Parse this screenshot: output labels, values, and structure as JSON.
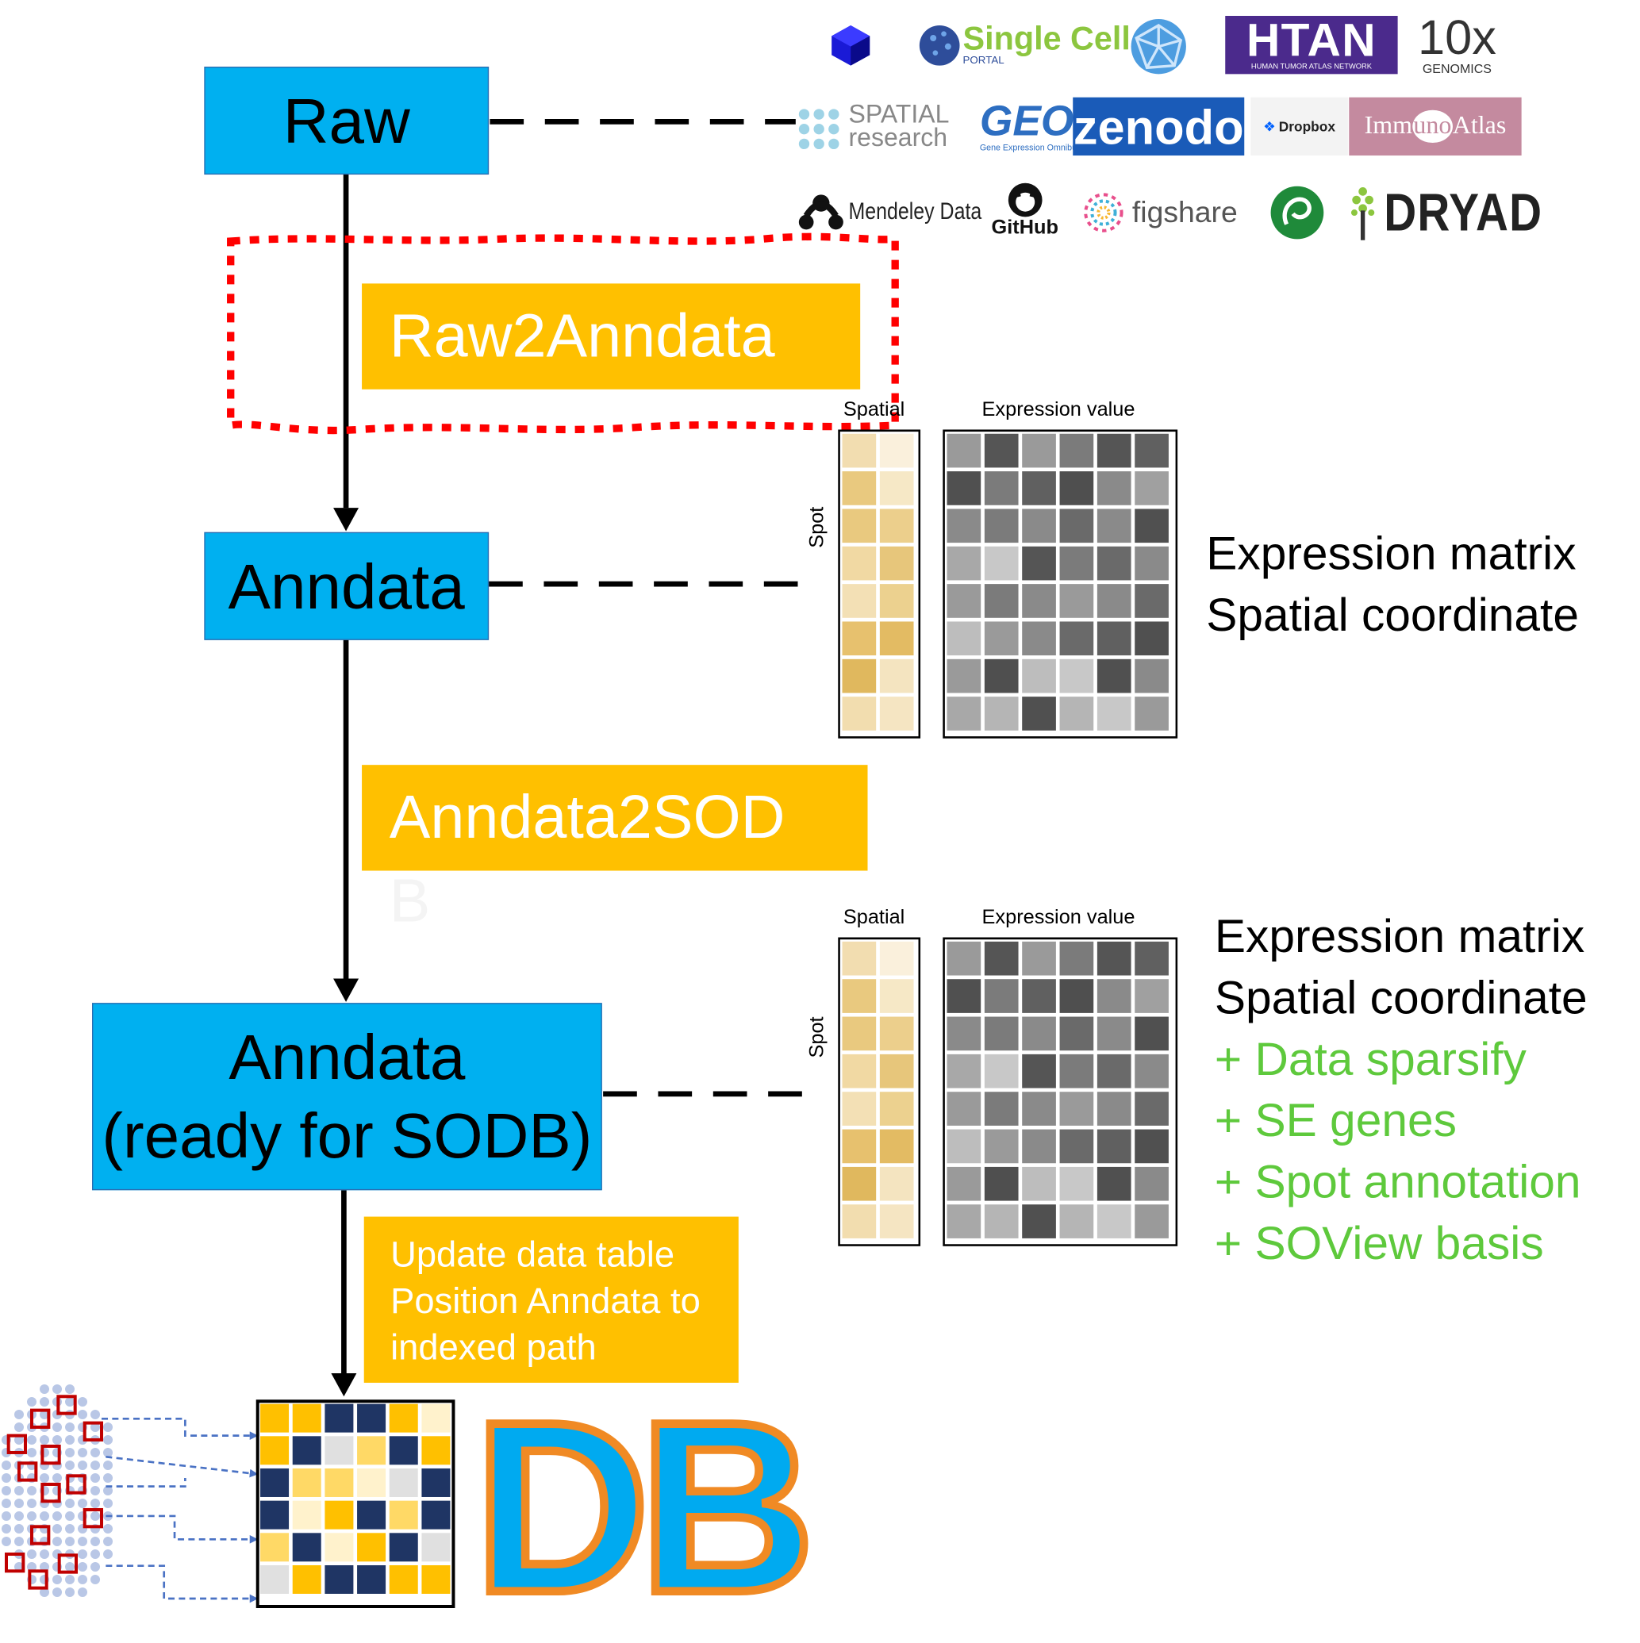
{
  "steps": {
    "raw": "Raw",
    "anndata": "Anndata",
    "ready_line1": "Anndata",
    "ready_line2": "(ready for SODB)"
  },
  "processes": {
    "raw2anndata": "Raw2Anndata",
    "anndata2sodb_line1": "Anndata2SOD",
    "anndata2sodb_line2": "B",
    "update_line1": "Update data table",
    "update_line2": "Position Anndata to",
    "update_line3": "indexed path"
  },
  "matrix_labels": {
    "spatial": "Spatial",
    "expression": "Expression value",
    "spot": "Spot"
  },
  "descriptions": {
    "first": [
      "Expression matrix",
      "Spatial coordinate"
    ],
    "second": [
      "Expression matrix",
      "Spatial coordinate"
    ],
    "additions": [
      "+ Data sparsify",
      "+ SE genes",
      "+ Spot annotation",
      "+ SOView basis"
    ]
  },
  "sources": {
    "single_cell": "Single Cell",
    "single_cell_sub": "PORTAL",
    "htan": "HTAN",
    "htan_sub": "HUMAN TUMOR ATLAS NETWORK",
    "tenx": "10x",
    "tenx_sub": "GENOMICS",
    "spatial_research_1": "SPATIAL",
    "spatial_research_2": "research",
    "geo": "GEO",
    "geo_sub": "Gene Expression Omnibus",
    "zenodo": "zenodo",
    "dropbox": "Dropbox",
    "immuno_atlas_1": "Imm",
    "immuno_atlas_2": "uno",
    "immuno_atlas_3": "Atlas",
    "mendeley": "Mendeley Data",
    "github": "GitHub",
    "figshare": "figshare",
    "dryad": "DRYAD"
  },
  "db_logo": "DB",
  "colors": {
    "step_blue": "#00b0f0",
    "process_orange": "#ffc000",
    "dotted_red": "#ff0000",
    "addition_green": "#5ec93c",
    "htan_purple": "#4b2a8c",
    "zenodo_blue": "#1a5bb8",
    "immuno_mauve": "#c48a9f"
  },
  "spatial_shades": [
    [
      "#f2ddb0",
      "#faf0dc"
    ],
    [
      "#e9c97f",
      "#f6e8c6"
    ],
    [
      "#e9c97f",
      "#eccf8c"
    ],
    [
      "#f1d9a3",
      "#e7c67b"
    ],
    [
      "#f3e0b5",
      "#ecd18f"
    ],
    [
      "#e7c16e",
      "#e3bb63"
    ],
    [
      "#e0b85e",
      "#f4e4c0"
    ],
    [
      "#f2ddaf",
      "#f5e5c2"
    ]
  ],
  "expression_shades": [
    [
      "#9a9a9a",
      "#555555",
      "#9a9a9a",
      "#7b7b7b",
      "#555555",
      "#606060"
    ],
    [
      "#505050",
      "#7b7b7b",
      "#606060",
      "#4f4f4f",
      "#8a8a8a",
      "#a0a0a0"
    ],
    [
      "#8a8a8a",
      "#7b7b7b",
      "#8a8a8a",
      "#6a6a6a",
      "#8a8a8a",
      "#505050"
    ],
    [
      "#a8a8a8",
      "#c8c8c8",
      "#555555",
      "#7b7b7b",
      "#6a6a6a",
      "#8a8a8a"
    ],
    [
      "#9a9a9a",
      "#7b7b7b",
      "#8a8a8a",
      "#9a9a9a",
      "#8a8a8a",
      "#6a6a6a"
    ],
    [
      "#bdbdbd",
      "#9a9a9a",
      "#8a8a8a",
      "#6a6a6a",
      "#606060",
      "#505050"
    ],
    [
      "#9a9a9a",
      "#4f4f4f",
      "#bdbdbd",
      "#c8c8c8",
      "#505050",
      "#8a8a8a"
    ],
    [
      "#a8a8a8",
      "#b5b5b5",
      "#505050",
      "#b5b5b5",
      "#c8c8c8",
      "#9a9a9a"
    ]
  ],
  "db_grid": [
    [
      "#ffc000",
      "#ffc000",
      "#1f3564",
      "#1f3564",
      "#ffc000",
      "#fff2cc"
    ],
    [
      "#ffc000",
      "#1f3564",
      "#e0e0e0",
      "#ffd966",
      "#1f3564",
      "#ffc000"
    ],
    [
      "#1f3564",
      "#ffd966",
      "#ffd966",
      "#fff2cc",
      "#e0e0e0",
      "#1f3564"
    ],
    [
      "#1f3564",
      "#fff2cc",
      "#ffc000",
      "#1f3564",
      "#ffd966",
      "#1f3564"
    ],
    [
      "#ffd966",
      "#1f3564",
      "#fff2cc",
      "#ffc000",
      "#1f3564",
      "#e0e0e0"
    ],
    [
      "#e0e0e0",
      "#ffc000",
      "#1f3564",
      "#1f3564",
      "#ffc000",
      "#ffc000"
    ]
  ]
}
